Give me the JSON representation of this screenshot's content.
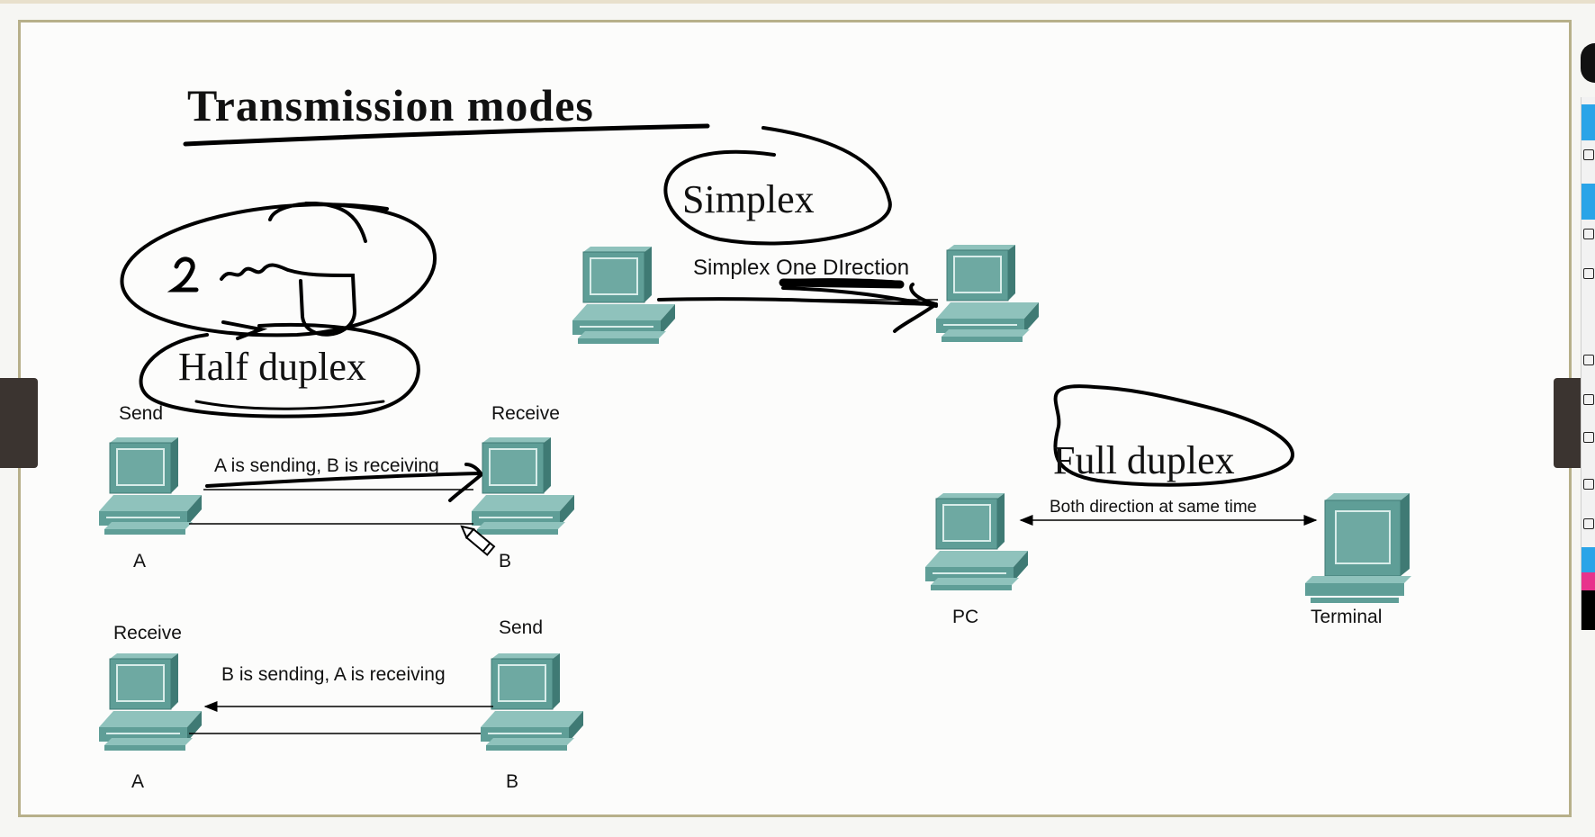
{
  "title": "Transmission modes",
  "simplex": {
    "heading": "Simplex",
    "caption": "Simplex One DIrection"
  },
  "half_duplex": {
    "heading": "Half duplex",
    "annotation": "2 way",
    "top": {
      "left_role": "Send",
      "right_role": "Receive",
      "caption": "A is sending, B is receiving",
      "left_node": "A",
      "right_node": "B"
    },
    "bottom": {
      "left_role": "Receive",
      "right_role": "Send",
      "caption": "B is sending, A is receiving",
      "left_node": "A",
      "right_node": "B"
    }
  },
  "full_duplex": {
    "heading": "Full duplex",
    "caption": "Both direction at same time",
    "left_node": "PC",
    "right_node": "Terminal"
  },
  "colors": {
    "computer_teal": "#5f9e97",
    "computer_dark": "#3f7a74",
    "ink": "#000000",
    "frame": "#b7b08a",
    "toolbar_blue": "#2aa4e8",
    "toolbar_pink": "#e8338c"
  },
  "icons": [
    "computer-icon",
    "pencil-cursor-icon",
    "pen-tool-icon",
    "eraser-icon",
    "select-icon"
  ]
}
